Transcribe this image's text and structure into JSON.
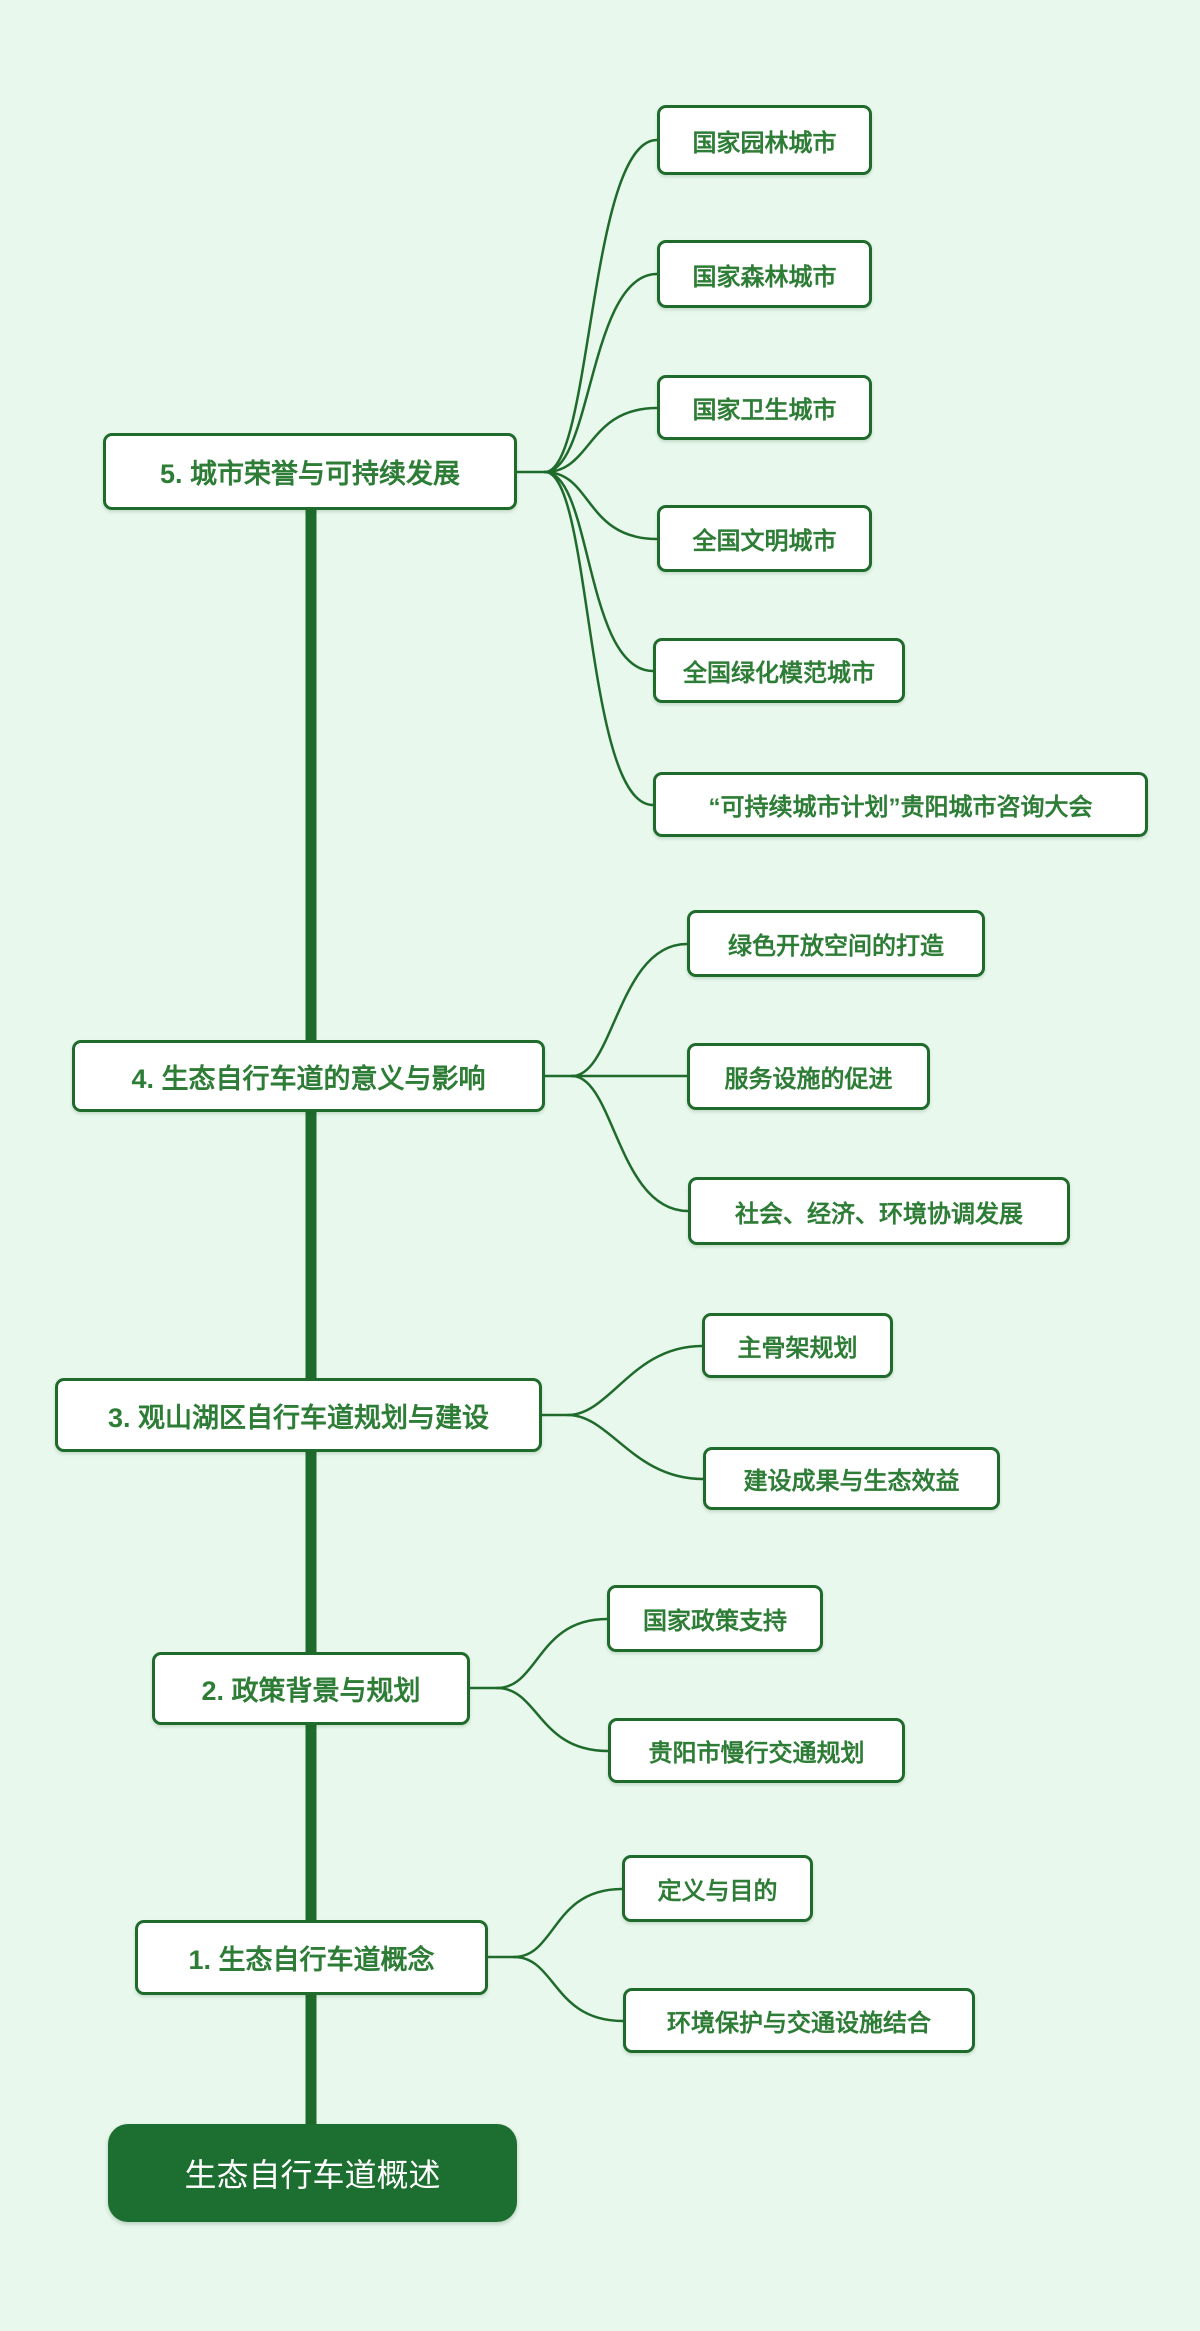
{
  "colors": {
    "background": "#E9F8ED",
    "line_green": "#1F6B2C",
    "text_green": "#2E7D36",
    "node_fill": "#FFFFFF",
    "root_fill": "#1D6F31",
    "root_text": "#FFFFFF"
  },
  "mindmap": {
    "root": {
      "label": "生态自行车道概述"
    },
    "branches": [
      {
        "label": "5. 城市荣誉与可持续发展",
        "children": [
          "国家园林城市",
          "国家森林城市",
          "国家卫生城市",
          "全国文明城市",
          "全国绿化模范城市",
          "“可持续城市计划”贵阳城市咨询大会"
        ]
      },
      {
        "label": "4. 生态自行车道的意义与影响",
        "children": [
          "绿色开放空间的打造",
          "服务设施的促进",
          "社会、经济、环境协调发展"
        ]
      },
      {
        "label": "3. 观山湖区自行车道规划与建设",
        "children": [
          "主骨架规划",
          "建设成果与生态效益"
        ]
      },
      {
        "label": "2. 政策背景与规划",
        "children": [
          "国家政策支持",
          "贵阳市慢行交通规划"
        ]
      },
      {
        "label": "1. 生态自行车道概念",
        "children": [
          "定义与目的",
          "环境保护与交通设施结合"
        ]
      }
    ]
  }
}
